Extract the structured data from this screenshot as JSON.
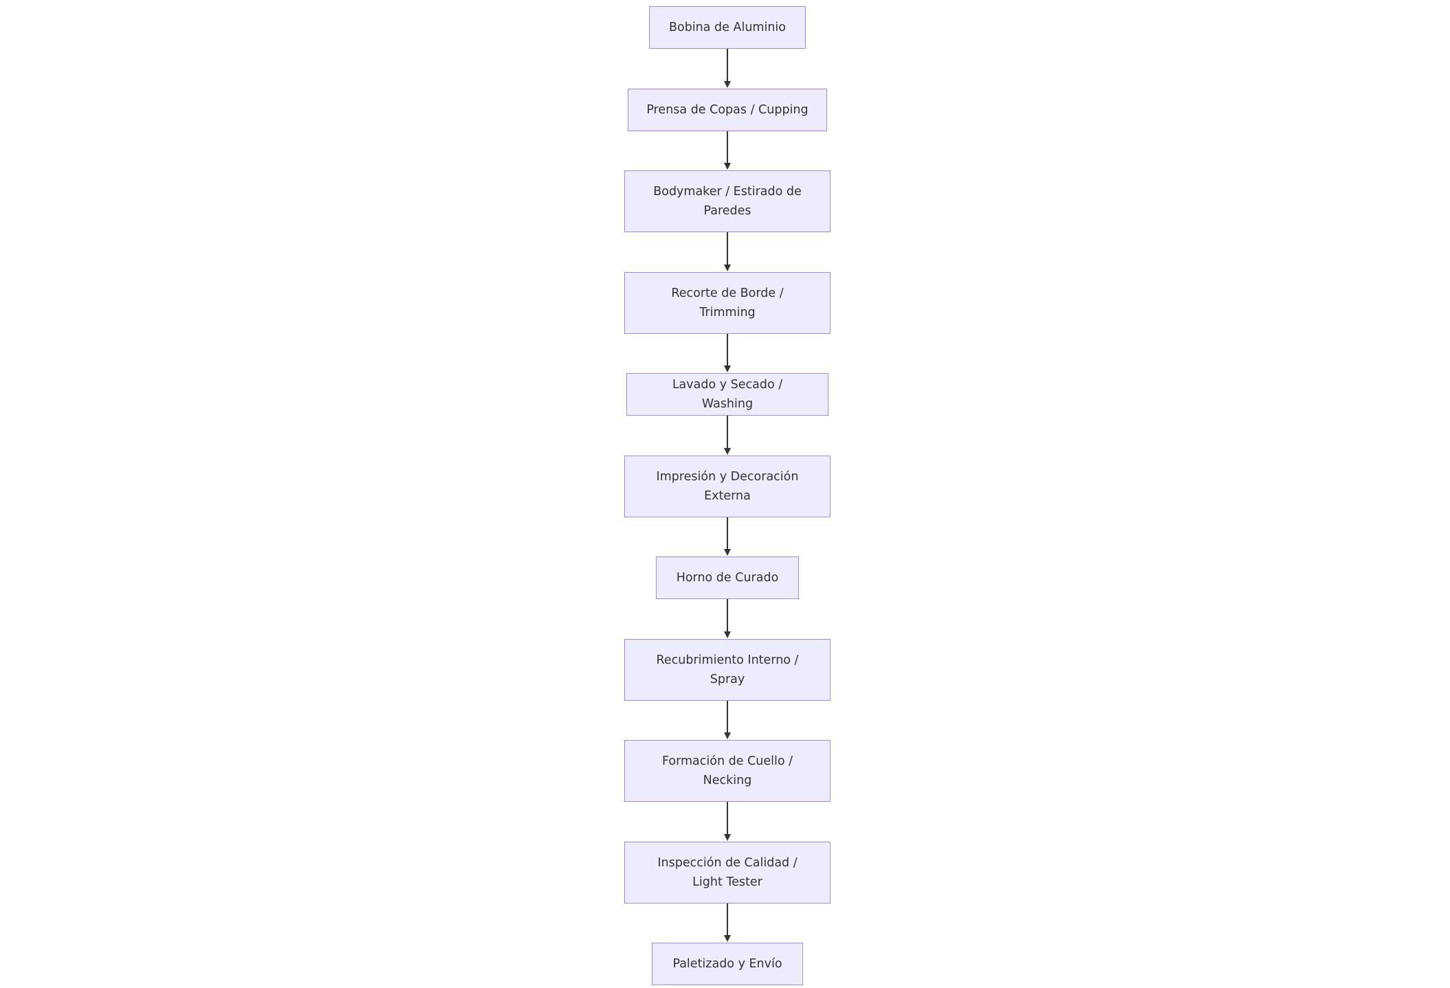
{
  "diagram": {
    "type": "flowchart",
    "direction": "top-to-bottom",
    "colors": {
      "node_fill": "#ececfe",
      "node_border": "#9f8fdb",
      "text": "#333333",
      "edge": "#333333"
    },
    "nodes": [
      {
        "id": "n1",
        "label": "Bobina de Aluminio"
      },
      {
        "id": "n2",
        "label": "Prensa de Copas / Cupping"
      },
      {
        "id": "n3",
        "label": "Bodymaker / Estirado de\nParedes"
      },
      {
        "id": "n4",
        "label": "Recorte de Borde /\nTrimming"
      },
      {
        "id": "n5",
        "label": "Lavado y Secado / Washing"
      },
      {
        "id": "n6",
        "label": "Impresión y Decoración\nExterna"
      },
      {
        "id": "n7",
        "label": "Horno de Curado"
      },
      {
        "id": "n8",
        "label": "Recubrimiento Interno /\nSpray"
      },
      {
        "id": "n9",
        "label": "Formación de Cuello /\nNecking"
      },
      {
        "id": "n10",
        "label": "Inspección de Calidad /\nLight Tester"
      },
      {
        "id": "n11",
        "label": "Paletizado y Envío"
      }
    ],
    "edges": [
      {
        "from": "n1",
        "to": "n2"
      },
      {
        "from": "n2",
        "to": "n3"
      },
      {
        "from": "n3",
        "to": "n4"
      },
      {
        "from": "n4",
        "to": "n5"
      },
      {
        "from": "n5",
        "to": "n6"
      },
      {
        "from": "n6",
        "to": "n7"
      },
      {
        "from": "n7",
        "to": "n8"
      },
      {
        "from": "n8",
        "to": "n9"
      },
      {
        "from": "n9",
        "to": "n10"
      },
      {
        "from": "n10",
        "to": "n11"
      }
    ]
  }
}
